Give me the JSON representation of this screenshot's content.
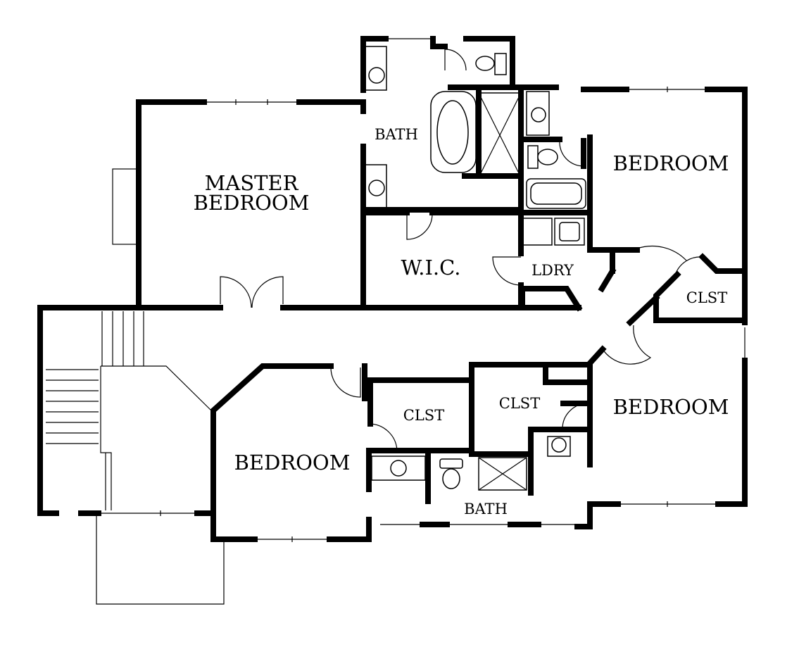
{
  "plan": {
    "rooms": {
      "master_bedroom": {
        "line1": "MASTER",
        "line2": "BEDROOM"
      },
      "master_bath": "BATH",
      "bedroom_ne": "BEDROOM",
      "wic": "W.I.C.",
      "laundry": "LDRY",
      "closet_east": "CLST",
      "closet_center": "CLST",
      "closet_south": "CLST",
      "bedroom_se": "BEDROOM",
      "bedroom_sw": "BEDROOM",
      "hall_bath": "BATH"
    }
  }
}
